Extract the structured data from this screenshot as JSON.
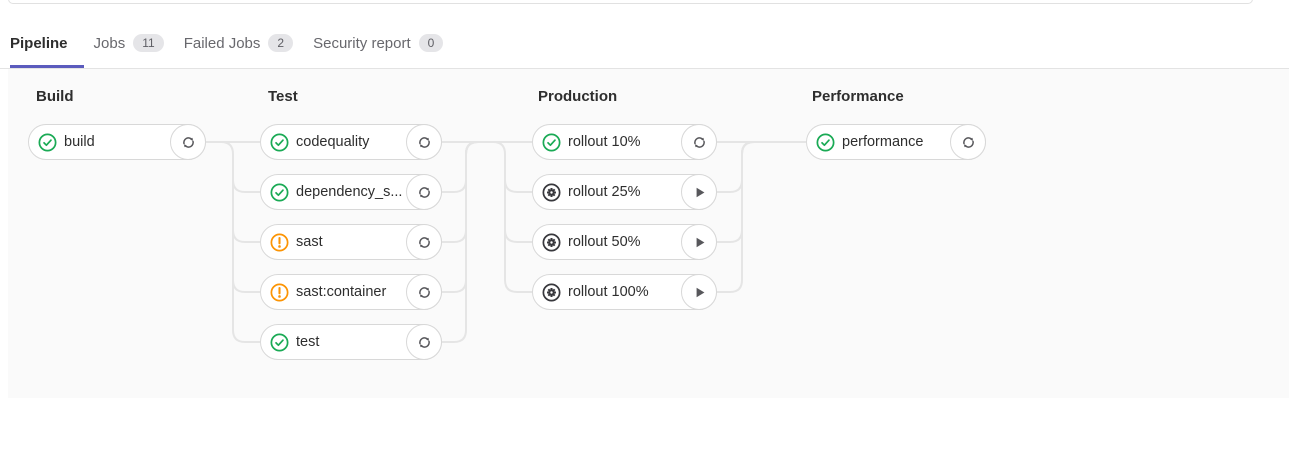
{
  "tabs": {
    "items": [
      {
        "label": "Pipeline"
      },
      {
        "label": "Jobs",
        "badge": "11"
      },
      {
        "label": "Failed Jobs",
        "badge": "2"
      },
      {
        "label": "Security report",
        "badge": "0"
      }
    ]
  },
  "pipeline": {
    "stages": [
      {
        "title": "Build",
        "jobs": [
          {
            "name": "build",
            "status": "success",
            "action": "retry"
          }
        ]
      },
      {
        "title": "Test",
        "jobs": [
          {
            "name": "codequality",
            "status": "success",
            "action": "retry"
          },
          {
            "name": "dependency_s...",
            "status": "success",
            "action": "retry"
          },
          {
            "name": "sast",
            "status": "warning",
            "action": "retry"
          },
          {
            "name": "sast:container",
            "status": "warning",
            "action": "retry"
          },
          {
            "name": "test",
            "status": "success",
            "action": "retry"
          }
        ]
      },
      {
        "title": "Production",
        "jobs": [
          {
            "name": "rollout 10%",
            "status": "success",
            "action": "retry"
          },
          {
            "name": "rollout 25%",
            "status": "manual",
            "action": "play"
          },
          {
            "name": "rollout 50%",
            "status": "manual",
            "action": "play"
          },
          {
            "name": "rollout 100%",
            "status": "manual",
            "action": "play"
          }
        ]
      },
      {
        "title": "Performance",
        "jobs": [
          {
            "name": "performance",
            "status": "success",
            "action": "retry"
          }
        ]
      }
    ]
  },
  "colors": {
    "success": "#1aaa55",
    "warning": "#fc9403",
    "manual": "#38383d",
    "tab_active_underline": "#5b5bbd",
    "connector": "#e5e5e5",
    "graph_background": "#fafafa"
  }
}
